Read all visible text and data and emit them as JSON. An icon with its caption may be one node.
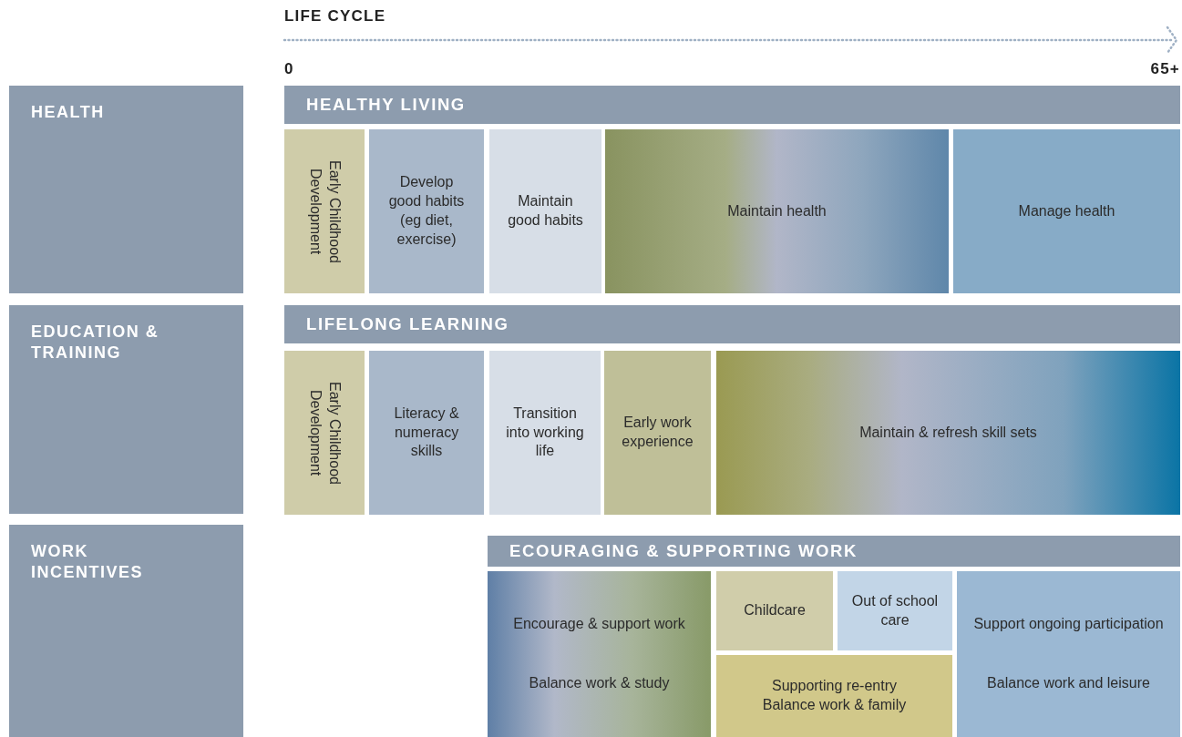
{
  "diagram": {
    "nodes": [
      {
        "text": [
          "HEALTH"
        ]
      },
      {
        "text": [
          "EDUCATION & TRAINING"
        ]
      },
      {
        "text": [
          "WORK INCENTIVES"
        ]
      },
      {
        "text": [
          "HEALTHY LIVING"
        ]
      },
      {
        "text": [
          "Early Childhood Development"
        ]
      },
      {
        "text": [
          "Develop good habits (eg diet, exercise)"
        ]
      },
      {
        "text": [
          "Maintain good habits"
        ]
      },
      {
        "text": [
          "Maintain health"
        ]
      },
      {
        "text": [
          "Manage health"
        ]
      },
      {
        "text": [
          "LIFELONG LEARNING"
        ]
      },
      {
        "text": [
          "Early Childhood Development"
        ]
      },
      {
        "text": [
          "Literacy & numeracy skills"
        ]
      },
      {
        "text": [
          "Transition into working life"
        ]
      },
      {
        "text": [
          "Early work experience"
        ]
      },
      {
        "text": [
          "Maintain & refresh skill sets"
        ]
      },
      {
        "text": [
          "ECOURAGING & SUPPORTING WORK"
        ]
      },
      {
        "text": [
          "Encourage & support work",
          "Balance work & study"
        ]
      },
      {
        "text": [
          "Childcare"
        ]
      },
      {
        "text": [
          "Out of school care"
        ]
      },
      {
        "text": [
          "Supporting re-entry",
          "Balance work & family"
        ]
      },
      {
        "text": [
          "Support ongoing participation",
          "Balance work and leisure"
        ]
      }
    ],
    "labels": [
      "LIFE CYCLE",
      "0",
      "65+"
    ]
  }
}
